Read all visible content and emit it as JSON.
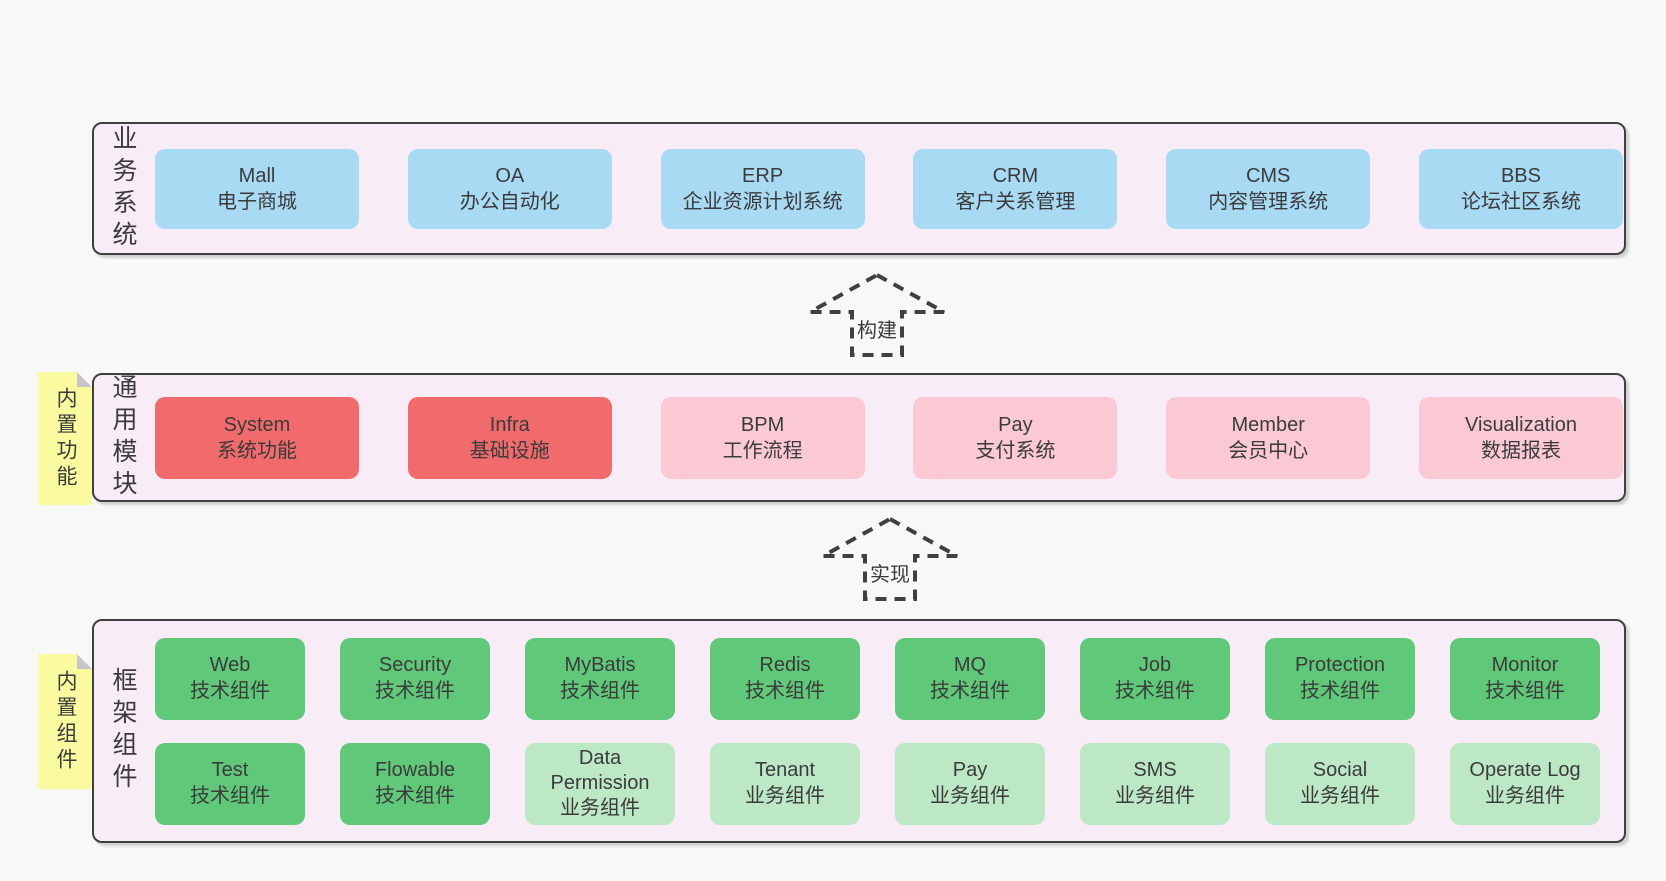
{
  "colors": {
    "blue": "#a8daf4",
    "red": "#f26b6c",
    "pink": "#fbc9d4",
    "green": "#60c879",
    "green_light": "#bde8c6",
    "sticky": "#fafaa0",
    "band_bg": "#f8edf6",
    "border": "#404040",
    "text": "#3b3b3b",
    "page": "#f8f8f8"
  },
  "arrows": [
    {
      "label": "构建"
    },
    {
      "label": "实现"
    }
  ],
  "bands": [
    {
      "label": "业务系统",
      "sticky": null,
      "rows": [
        [
          {
            "title": "Mall",
            "subtitle": "电子商城",
            "type": "blue"
          },
          {
            "title": "OA",
            "subtitle": "办公自动化",
            "type": "blue"
          },
          {
            "title": "ERP",
            "subtitle": "企业资源计划系统",
            "type": "blue"
          },
          {
            "title": "CRM",
            "subtitle": "客户关系管理",
            "type": "blue"
          },
          {
            "title": "CMS",
            "subtitle": "内容管理系统",
            "type": "blue"
          },
          {
            "title": "BBS",
            "subtitle": "论坛社区系统",
            "type": "blue"
          }
        ]
      ]
    },
    {
      "label": "通用模块",
      "sticky": "内置功能",
      "rows": [
        [
          {
            "title": "System",
            "subtitle": "系统功能",
            "type": "red"
          },
          {
            "title": "Infra",
            "subtitle": "基础设施",
            "type": "red"
          },
          {
            "title": "BPM",
            "subtitle": "工作流程",
            "type": "pink"
          },
          {
            "title": "Pay",
            "subtitle": "支付系统",
            "type": "pink"
          },
          {
            "title": "Member",
            "subtitle": "会员中心",
            "type": "pink"
          },
          {
            "title": "Visualization",
            "subtitle": "数据报表",
            "type": "pink"
          }
        ]
      ]
    },
    {
      "label": "框架组件",
      "sticky": "内置组件",
      "rows": [
        [
          {
            "title": "Web",
            "subtitle": "技术组件",
            "type": "green"
          },
          {
            "title": "Security",
            "subtitle": "技术组件",
            "type": "green"
          },
          {
            "title": "MyBatis",
            "subtitle": "技术组件",
            "type": "green"
          },
          {
            "title": "Redis",
            "subtitle": "技术组件",
            "type": "green"
          },
          {
            "title": "MQ",
            "subtitle": "技术组件",
            "type": "green"
          },
          {
            "title": "Job",
            "subtitle": "技术组件",
            "type": "green"
          },
          {
            "title": "Protection",
            "subtitle": "技术组件",
            "type": "green"
          },
          {
            "title": "Monitor",
            "subtitle": "技术组件",
            "type": "green"
          }
        ],
        [
          {
            "title": "Test",
            "subtitle": "技术组件",
            "type": "green"
          },
          {
            "title": "Flowable",
            "subtitle": "技术组件",
            "type": "green"
          },
          {
            "title": "Data Permission",
            "subtitle": "业务组件",
            "type": "green-light"
          },
          {
            "title": "Tenant",
            "subtitle": "业务组件",
            "type": "green-light"
          },
          {
            "title": "Pay",
            "subtitle": "业务组件",
            "type": "green-light"
          },
          {
            "title": "SMS",
            "subtitle": "业务组件",
            "type": "green-light"
          },
          {
            "title": "Social",
            "subtitle": "业务组件",
            "type": "green-light"
          },
          {
            "title": "Operate Log",
            "subtitle": "业务组件",
            "type": "green-light"
          }
        ]
      ]
    }
  ]
}
